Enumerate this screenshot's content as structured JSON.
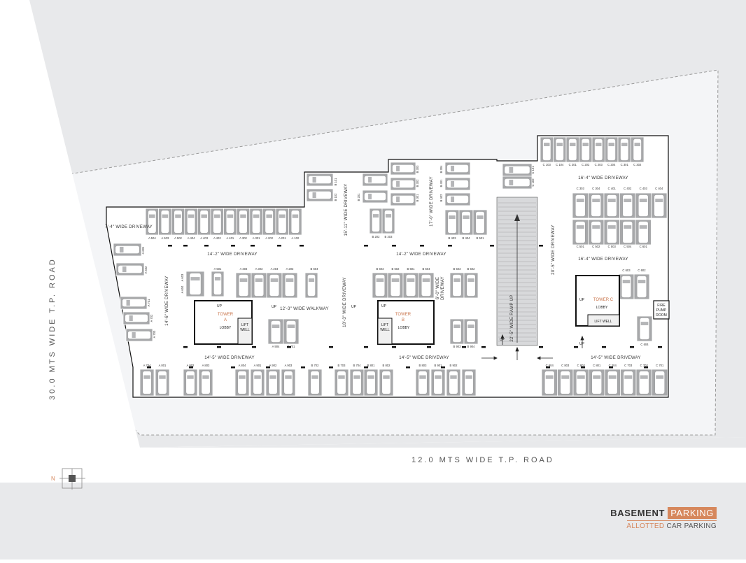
{
  "roads": {
    "left": "30.0 MTS WIDE T.P. ROAD",
    "bottom": "12.0 MTS WIDE T.P. ROAD"
  },
  "compass": {
    "letter": "N"
  },
  "title": {
    "main": "BASEMENT",
    "highlight": "PARKING",
    "sub_accent": "ALLOTTED",
    "sub_rest": "CAR PARKING"
  },
  "colors": {
    "accent": "#d6875c",
    "site": "#f3f4f6",
    "outer": "#e8e9eb",
    "slot": "#a7a8aa",
    "wall": "#111111"
  },
  "driveways": {
    "d1": "7'-4\" WIDE DRIVEWAY",
    "d2": "14'-2\" WIDE DRIVEWAY",
    "d3": "14'-2\" WIDE DRIVEWAY",
    "d4": "15'-11\" WIDE DRIVEWAY",
    "d5": "17'-0\" WIDE DRIVEWAY",
    "d6": "16'-4\" WIDE DRIVEWAY",
    "d7": "16'-4\" WIDE DRIVEWAY",
    "d8": "20'-5\" WIDE DRIVEWAY",
    "d9": "14'-6\" WIDE DRIVEWAY",
    "d10": "12'-3\" WIDE WALKWAY",
    "d11": "18'-3\" WIDE DRIVEWAY",
    "d12": "6'-0\" WIDE",
    "d12b": "DRIVEWAY",
    "d13": "22'-5\" WIDE RAMP UP",
    "d14": "14'-5\" WIDE DRIVEWAY",
    "d15": "14'-5\" WIDE DRIVEWAY",
    "d16": "14'-5\" WIDE DRIVEWAY"
  },
  "towers": {
    "a1": "TOWER",
    "a2": "A",
    "b1": "TOWER",
    "b2": "B",
    "c1": "TOWER C",
    "lobby": "LOBBY",
    "lift1": "LIFT",
    "lift2": "WELL",
    "liftwell": "LIFT WELL",
    "fire1": "FIRE",
    "fire2": "PUMP",
    "fire3": "ROOM",
    "up": "UP"
  },
  "slots": {
    "rowA_top": [
      "A 504",
      "A 503",
      "A 502",
      "A 404",
      "A 403",
      "A 402",
      "A 401",
      "A 302",
      "A 301",
      "A 202",
      "A 201",
      "A 102"
    ],
    "colA_left": [
      "A 601",
      "A 602",
      "A 701",
      "A 702",
      "A 703"
    ],
    "rowA_mid": [
      "A 501",
      "A 304",
      "A 303",
      "A 204",
      "A 203",
      "B 604"
    ],
    "aSide": [
      "A 603",
      "A 604"
    ],
    "rowA_bot": [
      "A 904",
      "B 701"
    ],
    "rowB_mid": [
      "B 603",
      "B 602",
      "B 601",
      "B 504",
      "B 503",
      "B 502"
    ],
    "rowB_top": [
      "B 202",
      "B 203",
      "B 201",
      "B 102",
      "B 101"
    ],
    "colB": [
      "B 303",
      "B 302",
      "B 301",
      "B 304",
      "B 401",
      "B 402"
    ],
    "rowB_403": [
      "B 403",
      "B 404",
      "B 501"
    ],
    "rowB_903": [
      "B 903",
      "B 904"
    ],
    "rowBottom": [
      "A 704",
      "A 801",
      "A 802",
      "A 803",
      "A 804",
      "A 901",
      "A 902",
      "A 903",
      "B 702",
      "B 703",
      "B 704",
      "B 801",
      "B 802",
      "B 803",
      "B 901",
      "B 902"
    ],
    "rowC_top": [
      "C 103",
      "C 104",
      "C 201",
      "C 202",
      "C 203",
      "C 204",
      "C 301",
      "C 302"
    ],
    "colC101": [
      "C 101",
      "C 102"
    ],
    "rowC_3": [
      "C 303",
      "C 304",
      "C 401",
      "C 402",
      "C 403",
      "C 404"
    ],
    "rowC_5": [
      "C 501",
      "C 502",
      "C 503",
      "C 504",
      "C 601"
    ],
    "rowC_6": [
      "C 603",
      "C 602",
      "C 604"
    ],
    "rowC_bot": [
      "C 604",
      "C 803",
      "C 802",
      "C 801",
      "C 204",
      "C 703",
      "C 702",
      "C 701"
    ]
  }
}
